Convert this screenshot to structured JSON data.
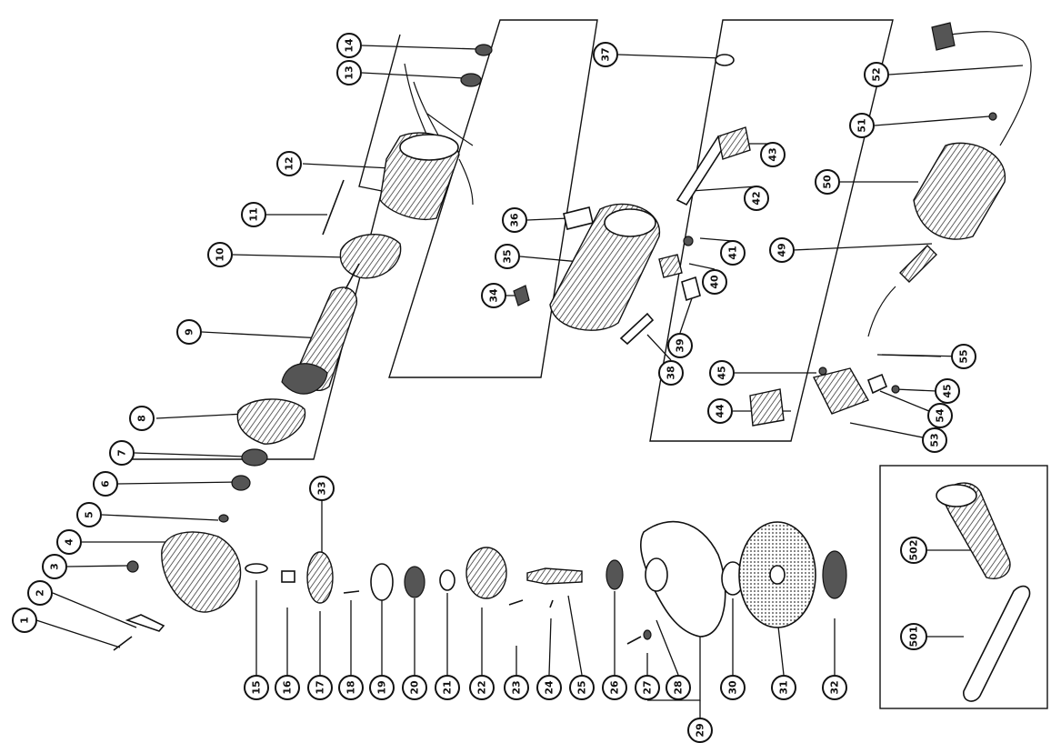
{
  "callouts": [
    {
      "id": "1",
      "label": "1"
    },
    {
      "id": "2",
      "label": "2"
    },
    {
      "id": "3",
      "label": "3"
    },
    {
      "id": "4",
      "label": "4"
    },
    {
      "id": "5",
      "label": "5"
    },
    {
      "id": "6",
      "label": "6"
    },
    {
      "id": "7",
      "label": "7"
    },
    {
      "id": "8",
      "label": "8"
    },
    {
      "id": "9",
      "label": "9"
    },
    {
      "id": "10",
      "label": "10"
    },
    {
      "id": "11",
      "label": "11"
    },
    {
      "id": "12",
      "label": "12"
    },
    {
      "id": "13",
      "label": "13"
    },
    {
      "id": "14",
      "label": "14"
    },
    {
      "id": "15",
      "label": "15"
    },
    {
      "id": "16",
      "label": "16"
    },
    {
      "id": "17",
      "label": "17"
    },
    {
      "id": "18",
      "label": "18"
    },
    {
      "id": "19",
      "label": "19"
    },
    {
      "id": "20",
      "label": "20"
    },
    {
      "id": "21",
      "label": "21"
    },
    {
      "id": "22",
      "label": "22"
    },
    {
      "id": "23",
      "label": "23"
    },
    {
      "id": "24",
      "label": "24"
    },
    {
      "id": "25",
      "label": "25"
    },
    {
      "id": "26",
      "label": "26"
    },
    {
      "id": "27",
      "label": "27"
    },
    {
      "id": "28",
      "label": "28"
    },
    {
      "id": "29",
      "label": "29"
    },
    {
      "id": "30",
      "label": "30"
    },
    {
      "id": "31",
      "label": "31"
    },
    {
      "id": "32",
      "label": "32"
    },
    {
      "id": "33",
      "label": "33"
    },
    {
      "id": "34",
      "label": "34"
    },
    {
      "id": "35",
      "label": "35"
    },
    {
      "id": "36",
      "label": "36"
    },
    {
      "id": "37",
      "label": "37"
    },
    {
      "id": "38",
      "label": "38"
    },
    {
      "id": "39",
      "label": "39"
    },
    {
      "id": "40",
      "label": "40"
    },
    {
      "id": "41",
      "label": "41"
    },
    {
      "id": "42",
      "label": "42"
    },
    {
      "id": "43",
      "label": "43"
    },
    {
      "id": "44",
      "label": "44"
    },
    {
      "id": "45a",
      "label": "45"
    },
    {
      "id": "45b",
      "label": "45"
    },
    {
      "id": "49",
      "label": "49"
    },
    {
      "id": "50",
      "label": "50"
    },
    {
      "id": "51",
      "label": "51"
    },
    {
      "id": "52",
      "label": "52"
    },
    {
      "id": "53",
      "label": "53"
    },
    {
      "id": "54",
      "label": "54"
    },
    {
      "id": "55",
      "label": "55"
    },
    {
      "id": "501",
      "label": "501"
    },
    {
      "id": "502",
      "label": "502"
    }
  ]
}
